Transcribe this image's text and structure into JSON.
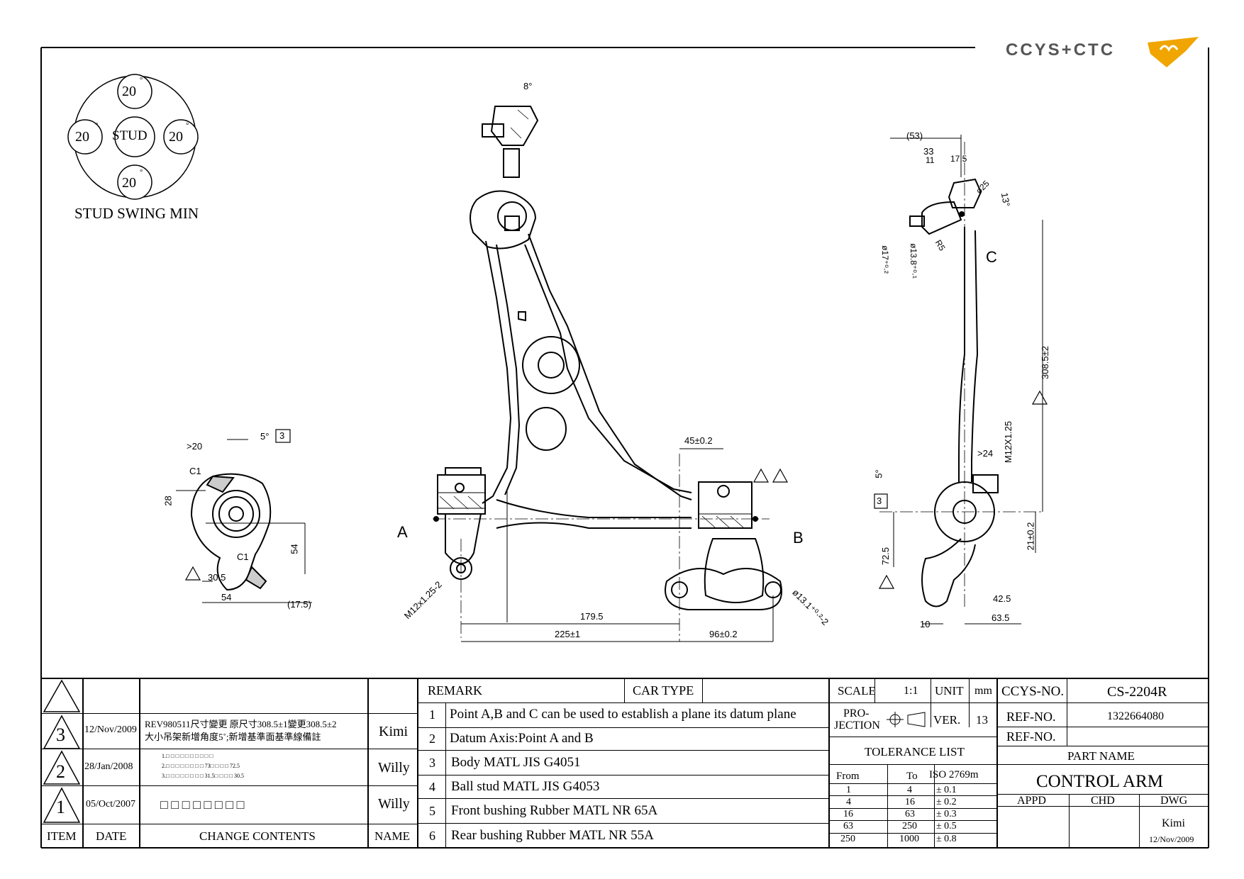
{
  "logo": {
    "text": "CCYS+CTC",
    "accent": "#f0a500"
  },
  "stud_swing": {
    "title": "STUD SWING MIN",
    "center": "STUD",
    "top": "20",
    "left": "20",
    "right": "20",
    "bottom": "20",
    "unit": "°"
  },
  "callouts": {
    "a": "A",
    "b": "B",
    "c": "C"
  },
  "dimensions": {
    "d8deg": "8°",
    "d5deg": "5°",
    "d13deg": "13°",
    "d45": "45±0.2",
    "d179": "179.5",
    "d225": "225±1",
    "d96": "96±0.2",
    "m12_left": "M12x1.25-2",
    "d13_1": "ø13.1⁺⁰·²-2",
    "d53": "(53)",
    "d33": "33",
    "d11": "11",
    "d17_5": "17.5",
    "d25": "ø25",
    "r5": "R5",
    "d17": "ø17⁺⁰·²",
    "d13_8": "ø13.8⁺⁰·¹",
    "d308": "308.5±2",
    "m12_right": "M12X1.25",
    "d24": ">24",
    "d21": "21±0.2",
    "d72": "72.5",
    "d42": "42.5",
    "d63": "63.5",
    "d10": "10",
    "d20": ">20",
    "c1a": "C1",
    "c1b": "C1",
    "d28": "28",
    "d54v": "54",
    "d30": "30.5",
    "d54h": "54",
    "d17_5b": "(17.5)",
    "box3a": "3",
    "box3b": "3"
  },
  "revisions": [
    {
      "item": "3",
      "date": "12/Nov/2009",
      "line1": "REV980511尺寸變更 原尺寸308.5±1變更308.5±2",
      "line2": "大小吊架新增角度5˚;新增基準面基準線備註",
      "name": "Kimi"
    },
    {
      "item": "2",
      "date": "28/Jan/2008",
      "line1": "1.□ □ □ □ □ □ □ □ □ □",
      "line2": "2.□ □ □ □ □ □ □ □ 73□ □ □ □ 72.5",
      "line3": "3.□ □ □ □ □ □ □ □ 31.5□ □ □ □ 30.5",
      "name": "Willy"
    },
    {
      "item": "1",
      "date": "05/Oct/2007",
      "line1": "□ □ □ □ □ □ □ □",
      "name": "Willy"
    }
  ],
  "rev_headers": {
    "item": "ITEM",
    "date": "DATE",
    "change": "CHANGE CONTENTS",
    "name": "NAME"
  },
  "remark": {
    "header": "REMARK",
    "car_type": "CAR TYPE",
    "rows": [
      {
        "no": "1",
        "text": "Point A,B and C can be used to establish a plane its datum plane"
      },
      {
        "no": "2",
        "text": "Datum Axis:Point A and B"
      },
      {
        "no": "3",
        "text": "Body MATL JIS G4051"
      },
      {
        "no": "4",
        "text": "Ball stud MATL JIS G4053"
      },
      {
        "no": "5",
        "text": "Front bushing Rubber MATL NR 65A"
      },
      {
        "no": "6",
        "text": "Rear bushing Rubber MATL NR 55A"
      }
    ]
  },
  "info": {
    "scale_label": "SCALE",
    "scale": "1:1",
    "unit_label": "UNIT",
    "unit": "mm",
    "projection_label1": "PRO-",
    "projection_label2": "JECTION",
    "ver_label": "VER.",
    "ver": "13",
    "tolerance_title": "TOLERANCE LIST",
    "tol_headers": {
      "from": "From",
      "to": "To",
      "std": "ISO 2769m"
    },
    "tolerances": [
      {
        "from": "1",
        "to": "4",
        "tol": "± 0.1"
      },
      {
        "from": "4",
        "to": "16",
        "tol": "± 0.2"
      },
      {
        "from": "16",
        "to": "63",
        "tol": "± 0.3"
      },
      {
        "from": "63",
        "to": "250",
        "tol": "± 0.5"
      },
      {
        "from": "250",
        "to": "1000",
        "tol": "± 0.8"
      }
    ],
    "ccys_no_label": "CCYS-NO.",
    "ccys_no": "CS-2204R",
    "ref_no_label": "REF-NO.",
    "ref_no": "1322664080",
    "ref_no_label2": "REF-NO.",
    "ref_no2": "",
    "part_name_label": "PART NAME",
    "part_name": "CONTROL ARM",
    "appd": "APPD",
    "chd": "CHD",
    "dwg": "DWG",
    "drawn_by": "Kimi",
    "drawn_date": "12/Nov/2009"
  }
}
